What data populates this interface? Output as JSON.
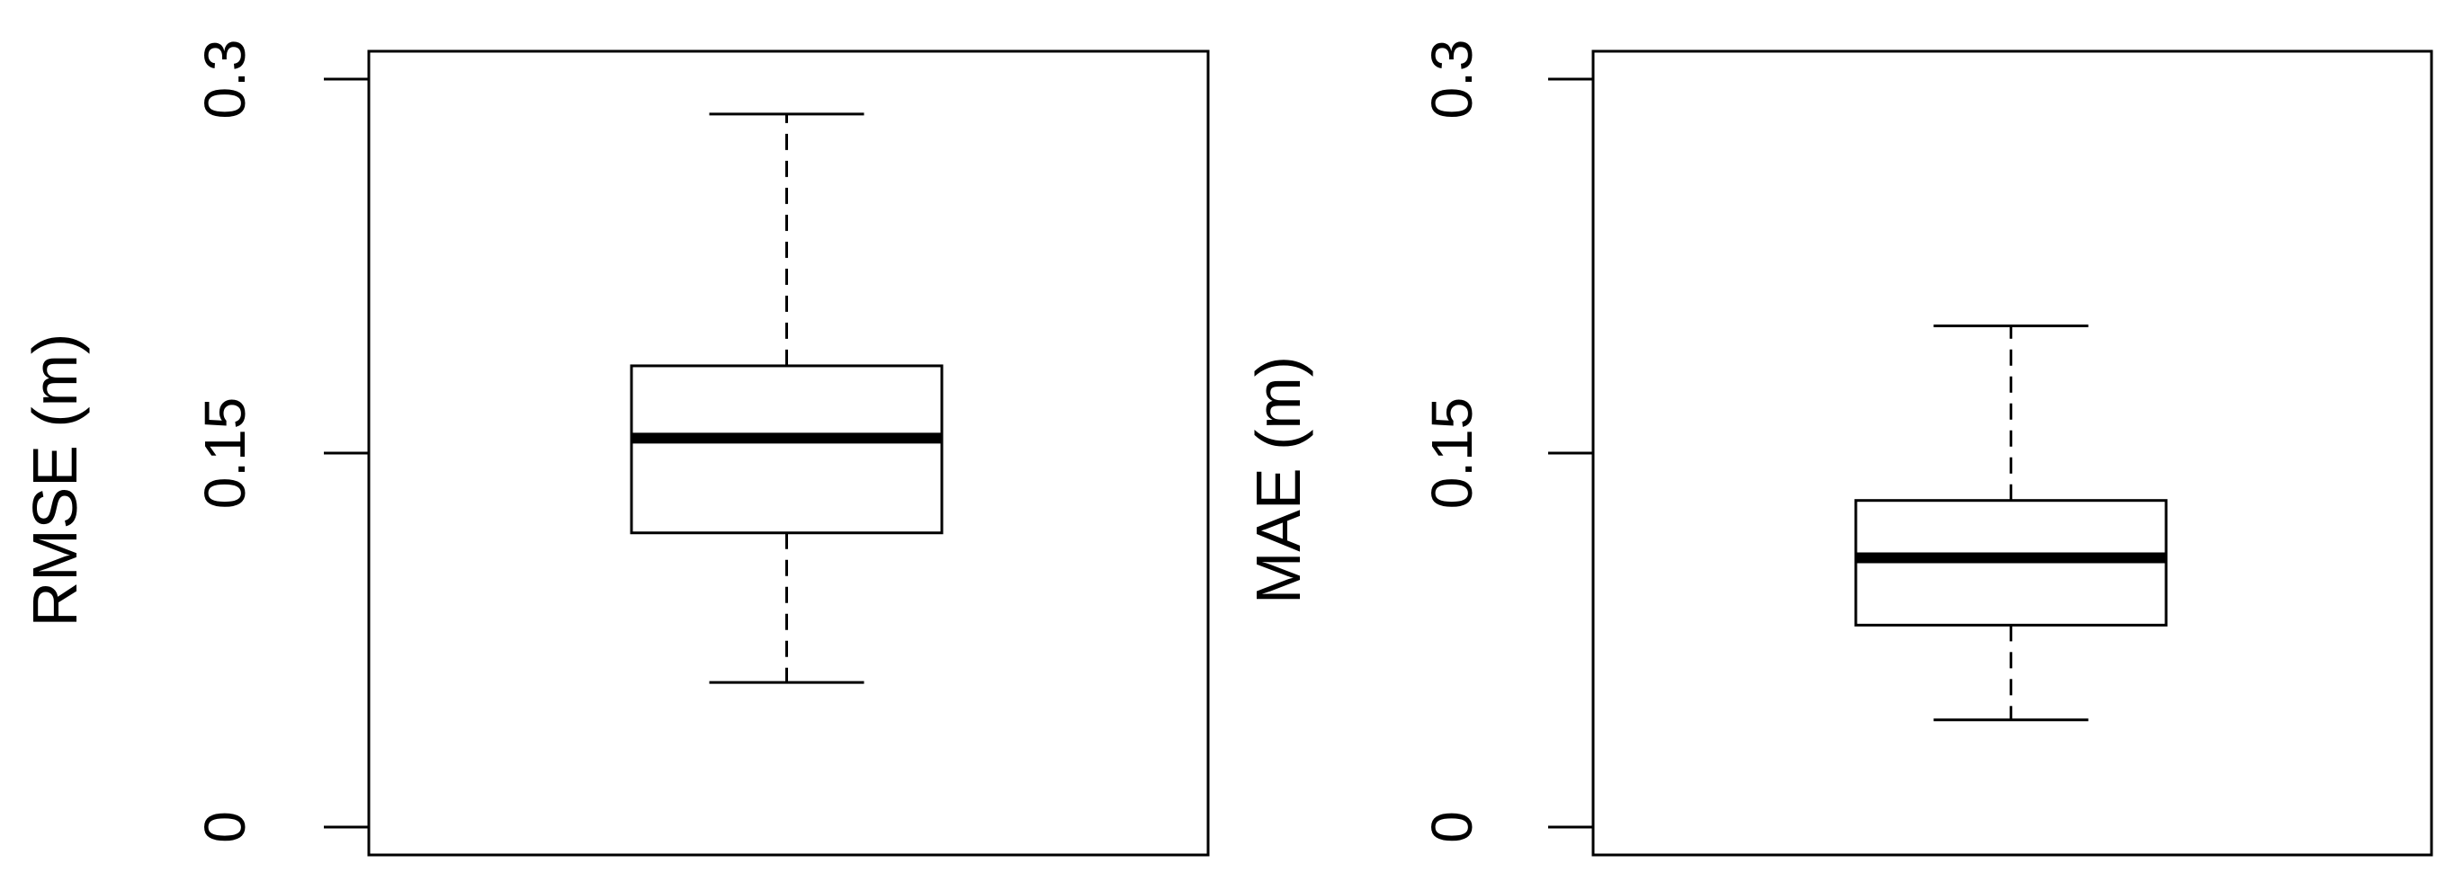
{
  "chart_data": [
    {
      "type": "boxplot",
      "ylabel": "RMSE (m)",
      "ylim": [
        0,
        0.3
      ],
      "yticks": [
        0,
        0.15,
        0.3
      ],
      "ytick_labels": [
        "0",
        "0.15",
        "0.3"
      ],
      "box": {
        "whisker_low": 0.058,
        "q1": 0.118,
        "median": 0.156,
        "q3": 0.185,
        "whisker_high": 0.286
      },
      "grid": false
    },
    {
      "type": "boxplot",
      "ylabel": "MAE (m)",
      "ylim": [
        0,
        0.3
      ],
      "yticks": [
        0,
        0.15,
        0.3
      ],
      "ytick_labels": [
        "0",
        "0.15",
        "0.3"
      ],
      "box": {
        "whisker_low": 0.043,
        "q1": 0.081,
        "median": 0.108,
        "q3": 0.131,
        "whisker_high": 0.201
      },
      "grid": false
    }
  ]
}
